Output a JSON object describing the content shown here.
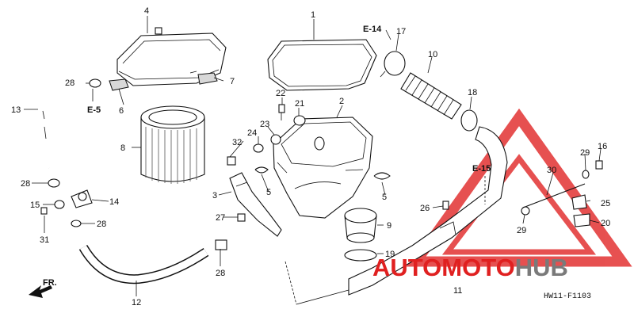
{
  "callouts": {
    "p1": "1",
    "p2": "2",
    "p3": "3",
    "p4": "4",
    "p5a": "5",
    "p5b": "5",
    "p6": "6",
    "p7": "7",
    "p8": "8",
    "p9": "9",
    "p10": "10",
    "p11": "11",
    "p12": "12",
    "p13": "13",
    "p14": "14",
    "p15": "15",
    "p16": "16",
    "p17": "17",
    "p18": "18",
    "p19": "19",
    "p20": "20",
    "p21": "21",
    "p22": "22",
    "p23": "23",
    "p24": "24",
    "p25": "25",
    "p26": "26",
    "p27": "27",
    "p28a": "28",
    "p28b": "28",
    "p28c": "28",
    "p28d": "28",
    "p29a": "29",
    "p29b": "29",
    "p30": "30",
    "p31": "31",
    "p32": "32"
  },
  "refs": {
    "e14": "E-14",
    "e5": "E-5",
    "e15": "E-15"
  },
  "front_marker": "FR.",
  "diagram_code": "HW11-F1103",
  "watermark": {
    "part1": "AUTO",
    "part2": "MOTO",
    "part3": "HUB",
    "color": "#e02020"
  }
}
